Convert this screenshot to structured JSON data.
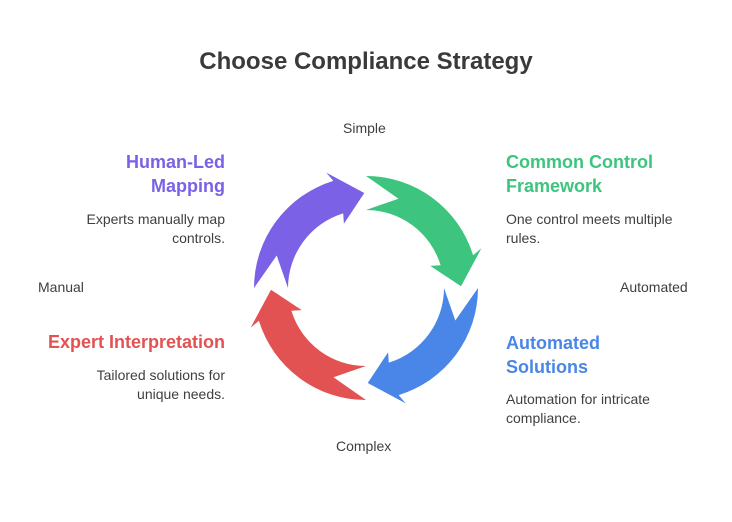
{
  "title": "Choose Compliance Strategy",
  "axes": {
    "top": "Simple",
    "bottom": "Complex",
    "left": "Manual",
    "right": "Automated"
  },
  "quadrants": [
    {
      "id": "human-led",
      "title_lines": [
        "Human-Led",
        "Mapping"
      ],
      "desc_lines": [
        "Experts manually map",
        "controls."
      ],
      "color": "#7b61e6"
    },
    {
      "id": "common-control",
      "title_lines": [
        "Common Control",
        "Framework"
      ],
      "desc_lines": [
        "One control meets multiple",
        "rules."
      ],
      "color": "#3dc47e"
    },
    {
      "id": "automated",
      "title_lines": [
        "Automated",
        "Solutions"
      ],
      "desc_lines": [
        "Automation for intricate",
        "compliance."
      ],
      "color": "#4a86e8"
    },
    {
      "id": "expert",
      "title_lines": [
        "Expert Interpretation"
      ],
      "desc_lines": [
        "Tailored solutions for",
        "unique needs."
      ],
      "color": "#e35252"
    }
  ]
}
